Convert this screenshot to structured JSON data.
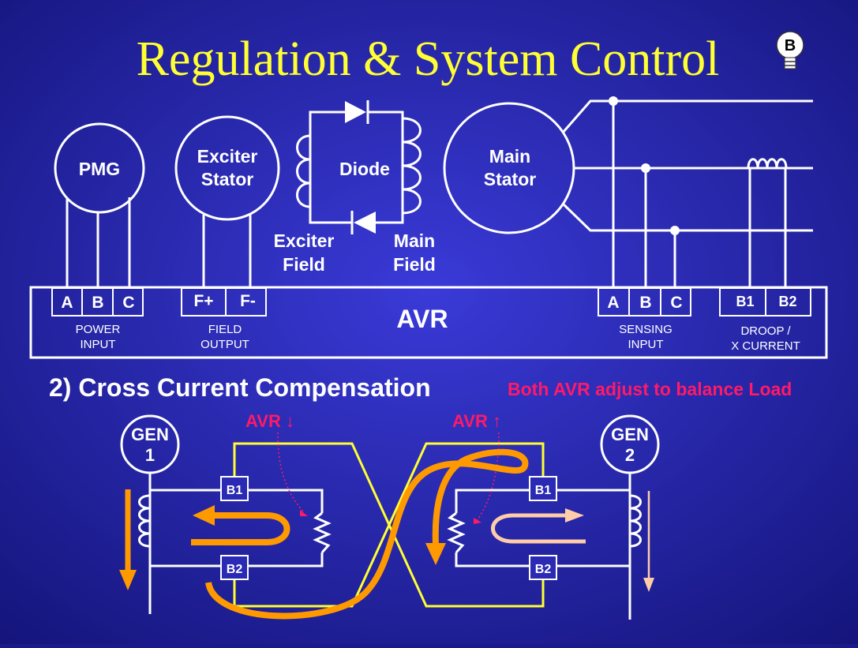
{
  "title": "Regulation & System Control",
  "logo_letter": "B",
  "components": {
    "pmg": "PMG",
    "exciter_stator": [
      "Exciter",
      "Stator"
    ],
    "diode": "Diode",
    "main_stator": [
      "Main",
      "Stator"
    ],
    "exciter_field": [
      "Exciter",
      "Field"
    ],
    "main_field": [
      "Main",
      "Field"
    ]
  },
  "avr": {
    "label": "AVR",
    "power_input": {
      "terminals": [
        "A",
        "B",
        "C"
      ],
      "caption": [
        "POWER",
        "INPUT"
      ]
    },
    "field_output": {
      "terminals": [
        "F+",
        "F-"
      ],
      "caption": [
        "FIELD",
        "OUTPUT"
      ]
    },
    "sensing_input": {
      "terminals": [
        "A",
        "B",
        "C"
      ],
      "caption": [
        "SENSING",
        "INPUT"
      ]
    },
    "droop": {
      "terminals": [
        "B1",
        "B2"
      ],
      "caption": [
        "DROOP /",
        "X CURRENT"
      ]
    }
  },
  "section": {
    "heading": "2) Cross Current Compensation",
    "note": "Both AVR adjust to balance Load"
  },
  "cross_current": {
    "gen1": [
      "GEN",
      "1"
    ],
    "gen2": [
      "GEN",
      "2"
    ],
    "avr_left": "AVR ↓",
    "avr_right": "AVR ↑",
    "terminals": [
      "B1",
      "B2",
      "B1",
      "B2"
    ]
  },
  "colors": {
    "background": "#1a1a8c",
    "line": "#ffffff",
    "title": "#ffff33",
    "yellow_wire": "#ffff33",
    "current_arrow": "#ff9900",
    "current_arrow_faint": "#ffccaa",
    "pink_text": "#ff1a66",
    "terminal_box": "#2a2ab4"
  },
  "icons": [
    "lightbulb-logo-icon",
    "diode-icon",
    "inductor-icon",
    "resistor-icon"
  ]
}
